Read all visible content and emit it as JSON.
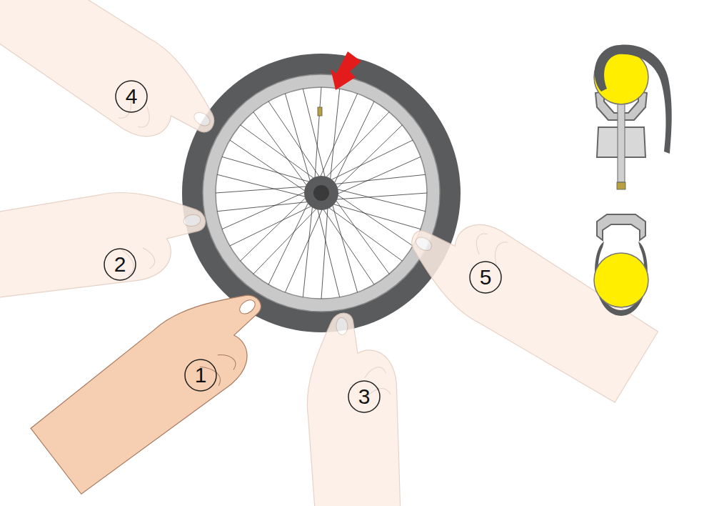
{
  "diagram": {
    "nodes": [
      {
        "text": [
          "4"
        ]
      },
      {
        "text": [
          "2"
        ]
      },
      {
        "text": [
          "5"
        ]
      },
      {
        "text": [
          "1"
        ]
      },
      {
        "text": [
          "3"
        ]
      }
    ]
  }
}
